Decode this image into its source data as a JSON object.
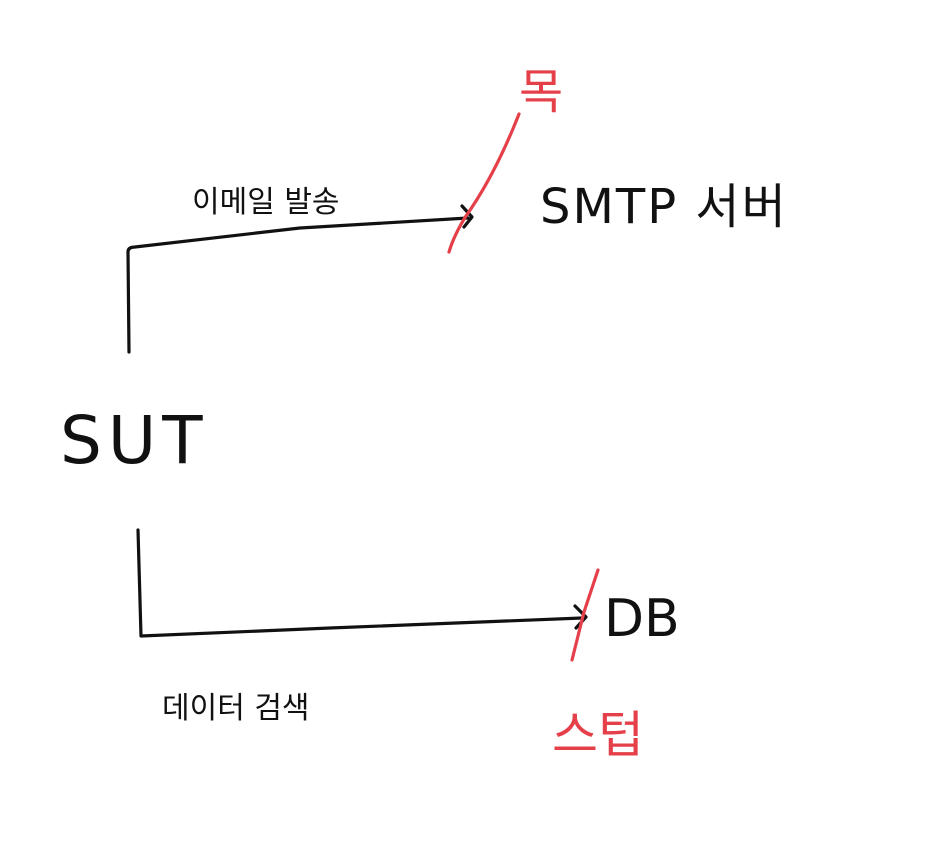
{
  "diagram": {
    "nodes": {
      "sut": "SUT",
      "smtp_server": "SMTP 서버",
      "db": "DB"
    },
    "edges": {
      "send_email": "이메일 발송",
      "query_data": "데이터 검색"
    },
    "doubles": {
      "mock": "목",
      "stub": "스텁"
    },
    "colors": {
      "ink": "#111111",
      "double_marker": "#e5404a"
    }
  }
}
